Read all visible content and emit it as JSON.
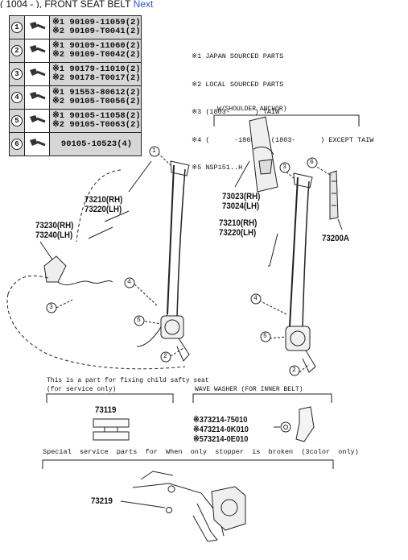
{
  "header": {
    "text": "( 1004 -        ), FRONT SEAT BELT",
    "next_link": "Next"
  },
  "parts_table": [
    {
      "no": "1",
      "lines": [
        "※1 90109-11059(2)",
        "※2 90109-T0041(2)"
      ]
    },
    {
      "no": "2",
      "lines": [
        "※1 90109-11060(2)",
        "※2 90109-T0042(2)"
      ]
    },
    {
      "no": "3",
      "lines": [
        "※1 90179-11010(2)",
        "※2 90178-T0017(2)"
      ]
    },
    {
      "no": "4",
      "lines": [
        "※1 91553-80612(2)",
        "※2 90105-T0056(2)"
      ]
    },
    {
      "no": "5",
      "lines": [
        "※1 90105-11058(2)",
        "※2 90105-T0063(2)"
      ]
    },
    {
      "no": "6",
      "lines": [
        "90105-10523(4)"
      ]
    }
  ],
  "notes": [
    "※1 JAPAN SOURCED PARTS",
    "※2 LOCAL SOURCED PARTS",
    "※3 (1803-      ) TAIW",
    "※4 (      -1803) ; (1803-      ) EXCEPT TAIW",
    "※5 NSP151..H"
  ],
  "shoulder_anchor_label": "W/SHOULDER ANCHOR)",
  "left_labels": {
    "retractor": "73210(RH)\n73220(LH)",
    "buckle": "73230(RH)\n73240(LH)"
  },
  "right_labels": {
    "anchor": "73023(RH)\n73024(LH)",
    "retractor": "73210(RH)\n73220(LH)",
    "extra": "73200A"
  },
  "callouts_left": [
    "1",
    "4",
    "5",
    "2",
    "3"
  ],
  "callouts_right": [
    "3",
    "6",
    "4",
    "5",
    "2"
  ],
  "child_seat_note": "This is a part for fixing child safty seat\n(for service only)",
  "child_seat_part": "73119",
  "wave_washer_title": "WAVE WASHER (FOR INNER BELT)",
  "wave_washer_parts": [
    "※373214-75010",
    "※473214-0K010",
    "※573214-0E010"
  ],
  "special_note": "Special  service  parts  for  When  only  stopper  is  broken  (3color  only)",
  "stopper_part": "73219"
}
